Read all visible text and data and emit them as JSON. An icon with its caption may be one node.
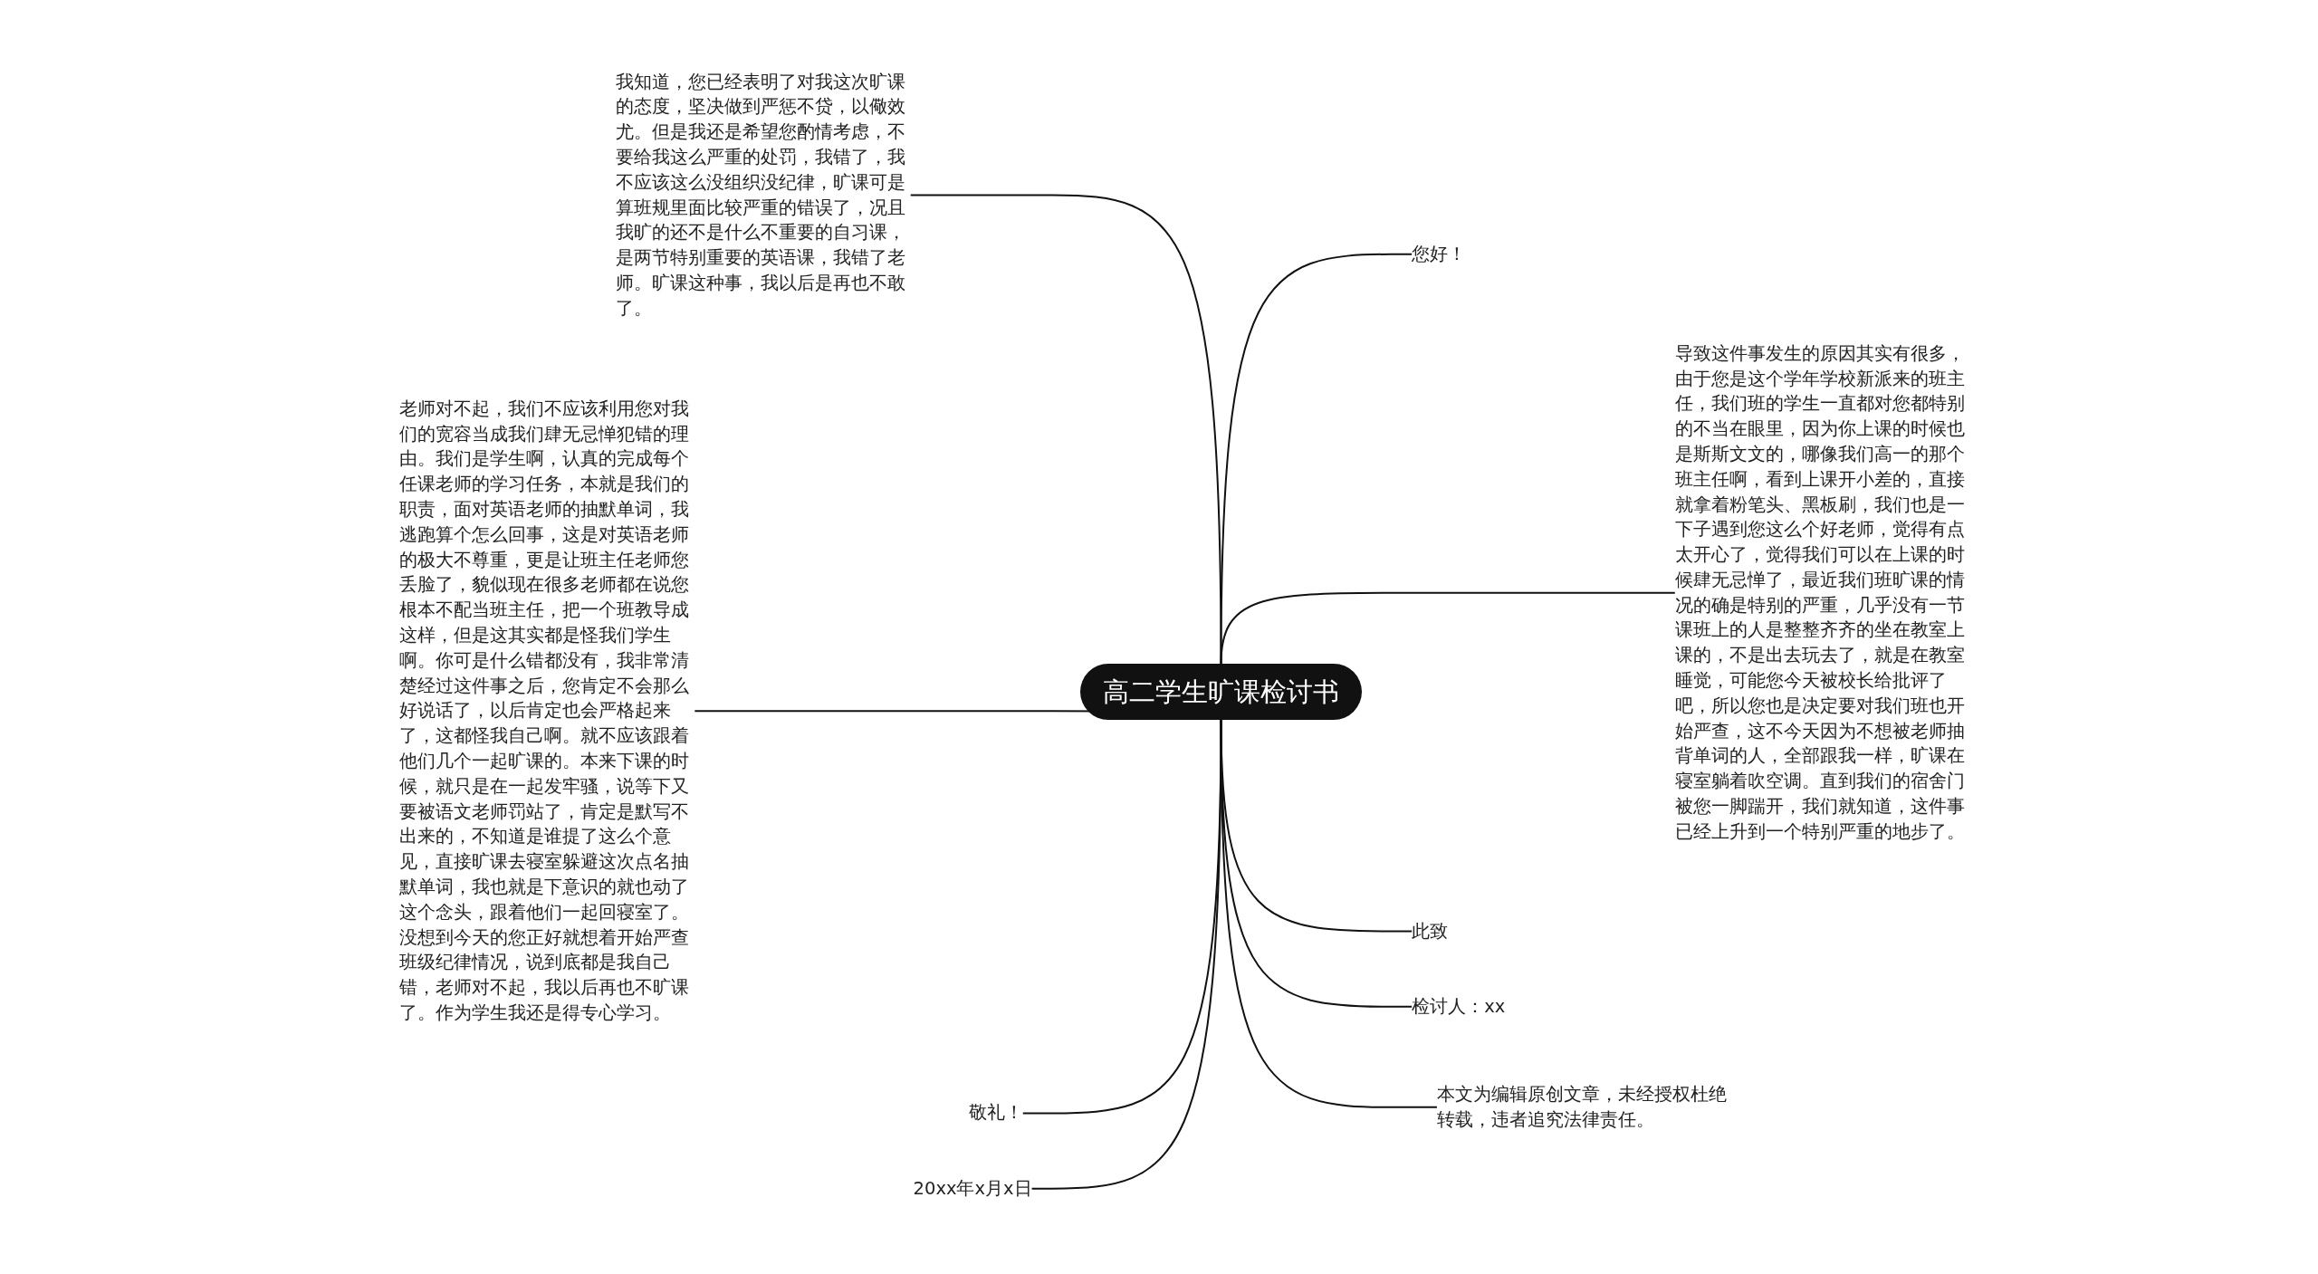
{
  "diagram": {
    "nodes": [
      {
        "text": [
          "高二学生旷课检讨书"
        ]
      },
      {
        "text": [
          "我知道，您已经表明了对我这次旷课的态度，坚决做到严惩不贷，以儆效尤。但是我还是希望您酌情考虑，不要给我这么严重的处罚，我错了，我不应该这么没组织没纪律，旷课可是算班规里面比较严重的错误了，况且我旷的还不是什么不重要的自习课，是两节特别重要的英语课，我错了老师。旷课这种事，我以后是再也不敢了。"
        ]
      },
      {
        "text": [
          "您好！"
        ]
      },
      {
        "text": [
          "老师对不起，我们不应该利用您对我们的宽容当成我们肆无忌惮犯错的理由。我们是学生啊，认真的完成每个任课老师的学习任务，本就是我们的职责，面对英语老师的抽默单词，我逃跑算个怎么回事，这是对英语老师的极大不尊重，更是让班主任老师您丢脸了，貌似现在很多老师都在说您根本不配当班主任，把一个班教导成这样，但是这其实都是怪我们学生啊。你可是什么错都没有，我非常清楚经过这件事之后，您肯定不会那么好说话了，以后肯定也会严格起来了，这都怪我自己啊。就不应该跟着他们几个一起旷课的。本来下课的时候，就只是在一起发牢骚，说等下又要被语文老师罚站了，肯定是默写不出来的，不知道是谁提了这么个意见，直接旷课去寝室躲避这次点名抽默单词，我也就是下意识的就也动了这个念头，跟着他们一起回寝室了。没想到今天的您正好就想着开始严查班级纪律情况，说到底都是我自己错，老师对不起，我以后再也不旷课了。作为学生我还是得专心学习。"
        ]
      },
      {
        "text": [
          "导致这件事发生的原因其实有很多，由于您是这个学年学校新派来的班主任，我们班的学生一直都对您都特别的不当在眼里，因为你上课的时候也是斯斯文文的，哪像我们高一的那个班主任啊，看到上课开小差的，直接就拿着粉笔头、黑板刷，我们也是一下子遇到您这么个好老师，觉得有点太开心了，觉得我们可以在上课的时候肆无忌惮了，最近我们班旷课的情况的确是特别的严重，几乎没有一节课班上的人是整整齐齐的坐在教室上课的，不是出去玩去了，就是在教室睡觉，可能您今天被校长给批评了吧，所以您也是决定要对我们班也开始严查，这不今天因为不想被老师抽背单词的人，全部跟我一样，旷课在寝室躺着吹空调。直到我们的宿舍门被您一脚踹开，我们就知道，这件事已经上升到一个特别严重的地步了。"
        ]
      },
      {
        "text": [
          "此致"
        ]
      },
      {
        "text": [
          "检讨人：xx"
        ]
      },
      {
        "text": [
          "本文为编辑原创文章，未经授权杜绝转载，违者追究法律责任。"
        ]
      },
      {
        "text": [
          "敬礼！"
        ]
      },
      {
        "text": [
          "20xx年x月x日"
        ]
      }
    ],
    "edges": [
      {
        "from": 0,
        "to": 1,
        "arrow": "none"
      },
      {
        "from": 0,
        "to": 2,
        "arrow": "none"
      },
      {
        "from": 0,
        "to": 3,
        "arrow": "none"
      },
      {
        "from": 0,
        "to": 4,
        "arrow": "none"
      },
      {
        "from": 0,
        "to": 5,
        "arrow": "none"
      },
      {
        "from": 0,
        "to": 6,
        "arrow": "none"
      },
      {
        "from": 0,
        "to": 7,
        "arrow": "none"
      },
      {
        "from": 0,
        "to": 8,
        "arrow": "none"
      },
      {
        "from": 0,
        "to": 9,
        "arrow": "none"
      }
    ]
  }
}
